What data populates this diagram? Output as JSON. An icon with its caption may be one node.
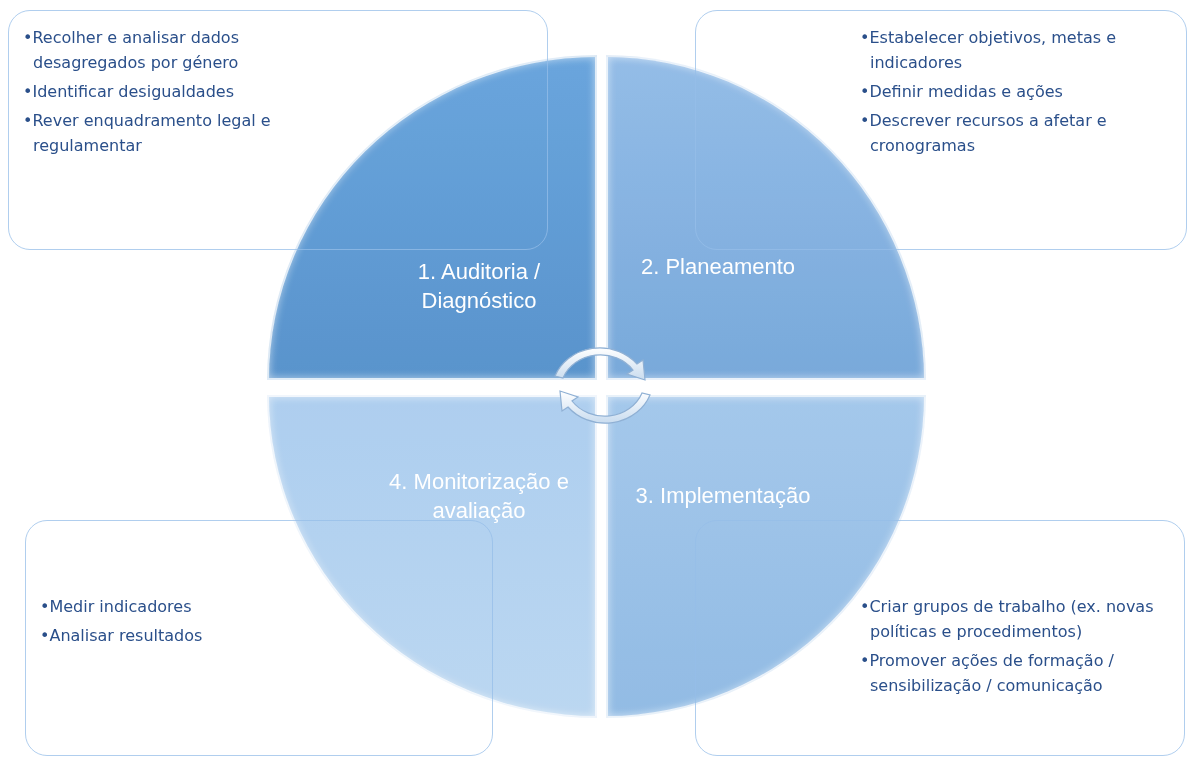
{
  "diagram": {
    "nodes": [
      {
        "text": [
          "•Recolher e analisar dados desagregados por género",
          "•Identificar desigualdades",
          "•Rever enquadramento legal e regulamentar"
        ]
      },
      {
        "text": [
          "•Estabelecer objetivos, metas e indicadores",
          "•Definir medidas e ações",
          "•Descrever recursos a afetar e cronogramas"
        ]
      },
      {
        "text": [
          "1. Auditoria / Diagnóstico"
        ]
      },
      {
        "text": [
          "2. Planeamento"
        ]
      },
      {
        "text": [
          "4. Monitorização e avaliação"
        ]
      },
      {
        "text": [
          "3. Implementação"
        ]
      },
      {
        "text": [
          "•Medir indicadores",
          "•Analisar resultados"
        ]
      },
      {
        "text": [
          "•Criar grupos de trabalho (ex. novas políticas e procedimentos)",
          "•Promover ações de formação / sensibilização / comunicação"
        ]
      }
    ]
  }
}
